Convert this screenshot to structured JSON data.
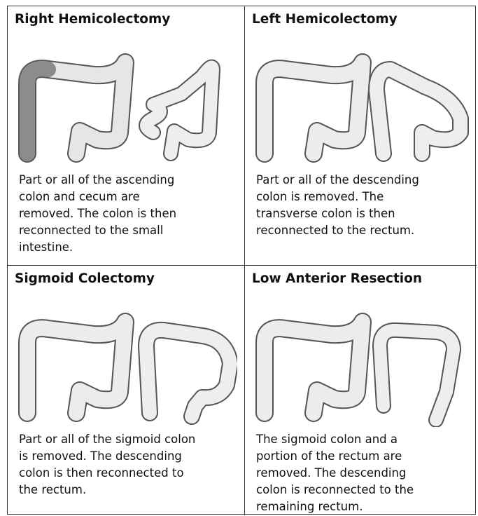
{
  "panels": [
    {
      "title": "Right Hemicolectomy",
      "description": "Part or all of the ascending\ncolon and cecum are\nremoved. The colon is then\nreconnected to the small\nintestine."
    },
    {
      "title": "Left Hemicolectomy",
      "description": "Part or all of the descending\ncolon is removed. The\ntransverse colon is then\nreconnected to the rectum."
    },
    {
      "title": "Sigmoid Colectomy",
      "description": "Part or all of the sigmoid colon\nis removed. The descending\ncolon is then reconnected to\nthe rectum."
    },
    {
      "title": "Low Anterior Resection",
      "description": "The sigmoid colon and a\nportion of the rectum are\nremoved. The descending\ncolon is reconnected to the\nremaining rectum."
    }
  ]
}
